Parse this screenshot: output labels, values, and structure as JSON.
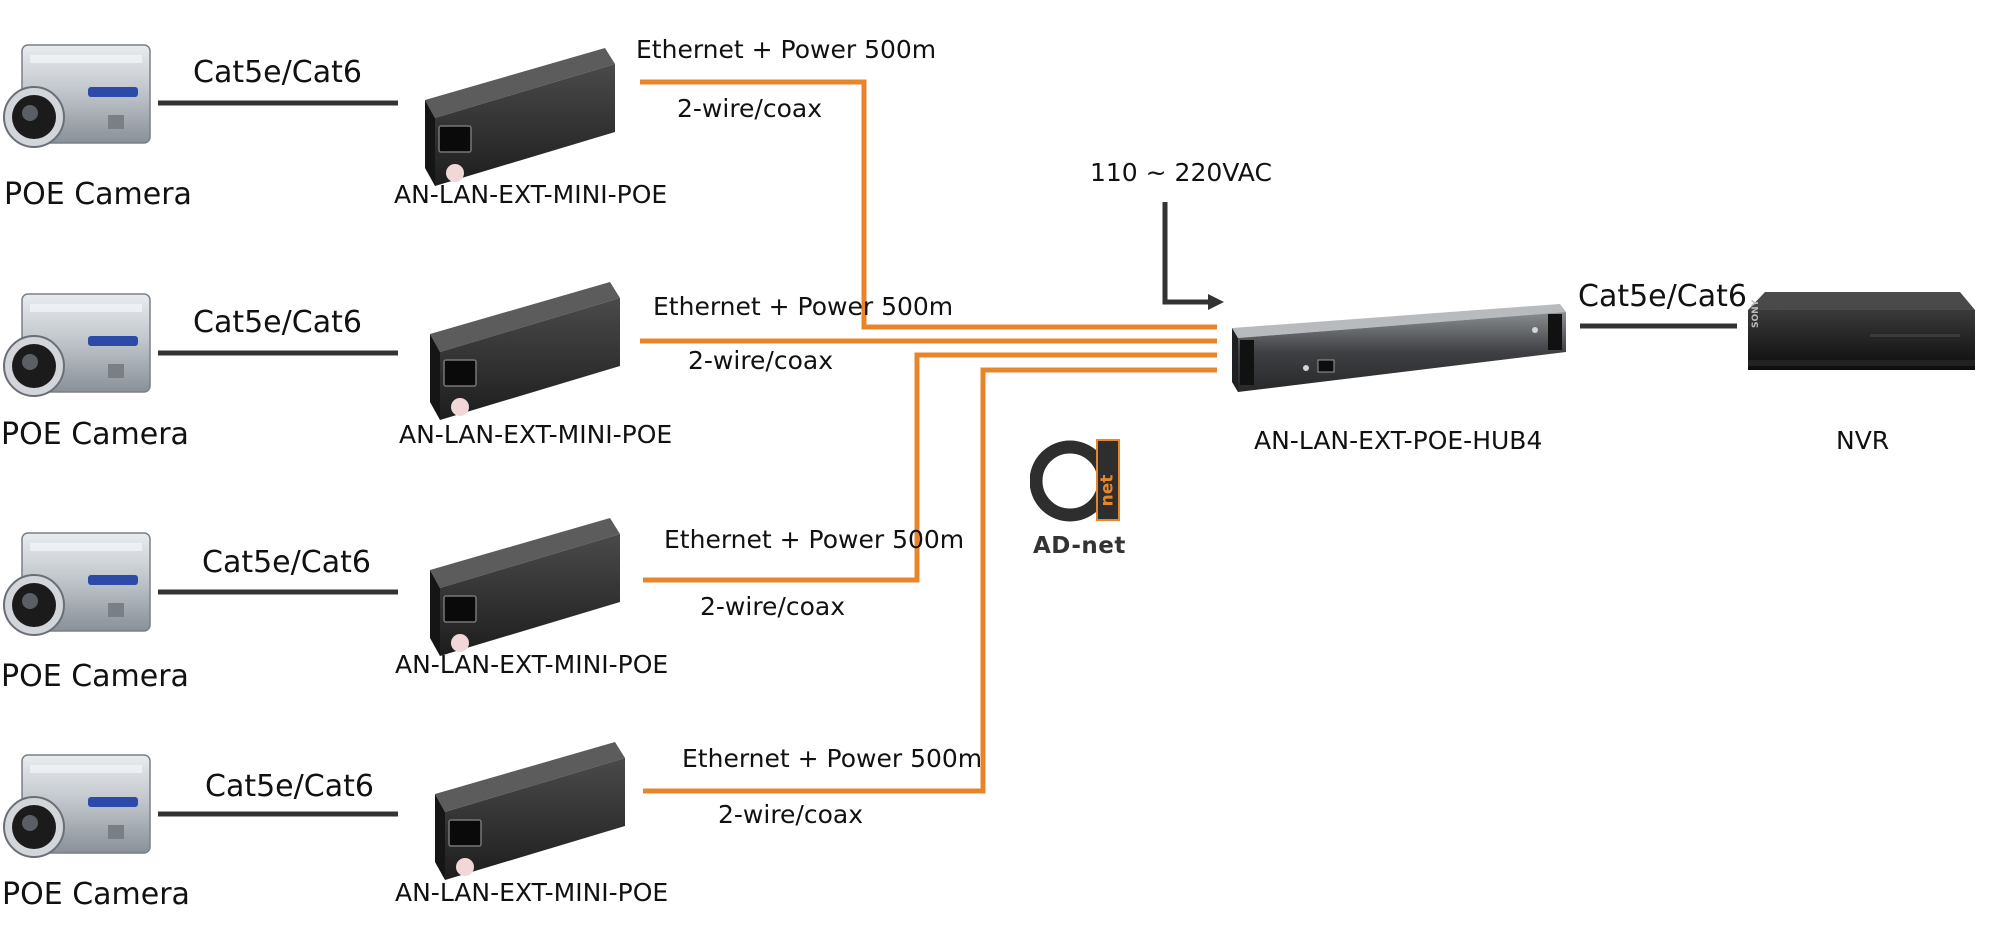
{
  "diagram": {
    "rows": [
      {
        "camera_label": "POE Camera",
        "cable_label": "Cat5e/Cat6",
        "extender_label": "AN-LAN-EXT-MINI-POE",
        "link_label": "Ethernet + Power 500m",
        "wire_label": "2-wire/coax"
      },
      {
        "camera_label": "POE Camera",
        "cable_label": "Cat5e/Cat6",
        "extender_label": "AN-LAN-EXT-MINI-POE",
        "link_label": "Ethernet + Power 500m",
        "wire_label": "2-wire/coax"
      },
      {
        "camera_label": "POE Camera",
        "cable_label": "Cat5e/Cat6",
        "extender_label": "AN-LAN-EXT-MINI-POE",
        "link_label": "Ethernet + Power 500m",
        "wire_label": "2-wire/coax"
      },
      {
        "camera_label": "POE Camera",
        "cable_label": "Cat5e/Cat6",
        "extender_label": "AN-LAN-EXT-MINI-POE",
        "link_label": "Ethernet + Power 500m",
        "wire_label": "2-wire/coax"
      }
    ],
    "power_label": "110 ~ 220VAC",
    "hub_label": "AN-LAN-EXT-POE-HUB4",
    "nvr_cable_label": "Cat5e/Cat6",
    "nvr_label": "NVR",
    "brand_logo_text": "net",
    "brand_label": "AD-net",
    "nvr_brand_text": "SONY",
    "colors": {
      "orange": "#e8852a",
      "cable": "#333333",
      "device": "#2b2b2b",
      "camera": "#b9bec4"
    }
  }
}
